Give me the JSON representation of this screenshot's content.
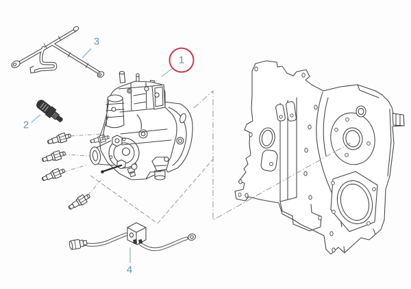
{
  "diagram": {
    "callouts": [
      {
        "label": "1",
        "highlighted": true
      },
      {
        "label": "2",
        "highlighted": false
      },
      {
        "label": "3",
        "highlighted": false
      },
      {
        "label": "4",
        "highlighted": false
      }
    ],
    "colors": {
      "background": "#fdfdfd",
      "line_art": "#3f3f3f",
      "callout_text": "#6292b4",
      "highlight_ring": "#c43a4e",
      "leader_teal": "#a4c6c6",
      "leader_blue": "#8cb6d4",
      "braid": "#474747"
    }
  }
}
